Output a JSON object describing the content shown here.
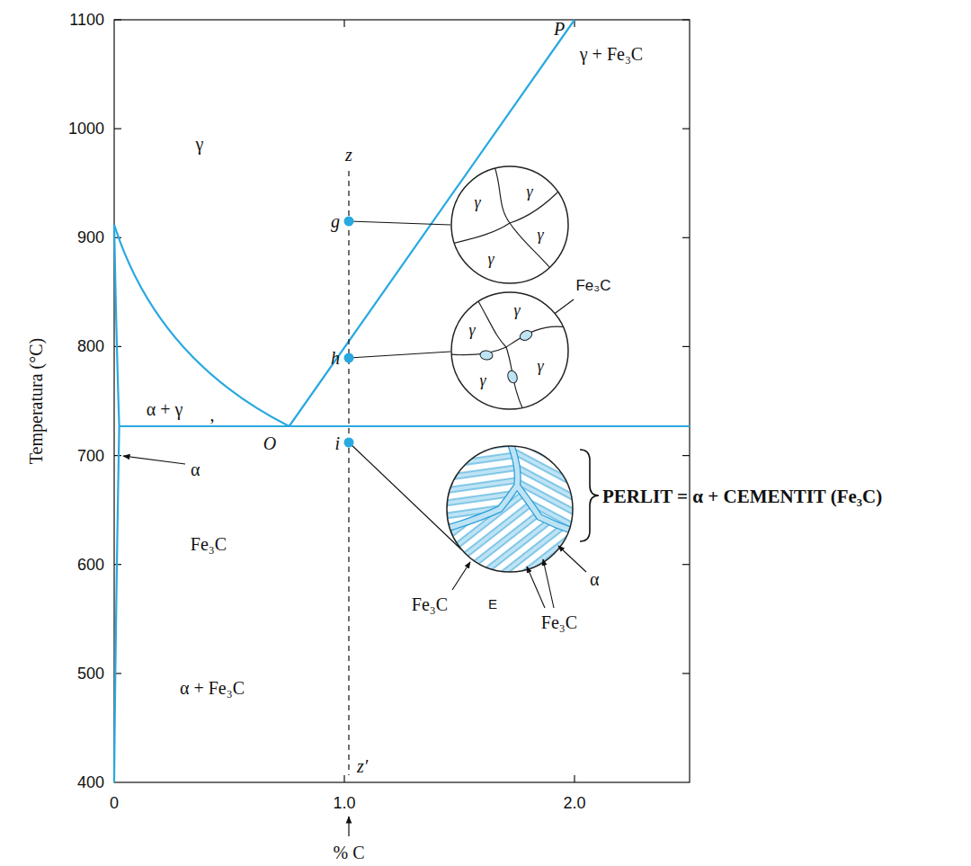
{
  "diagram": {
    "nodes": [
      {
        "text": [
          "γ",
          "γ",
          "γ",
          "γ"
        ]
      },
      {
        "text": [
          "γ",
          "γ",
          "γ",
          "γ"
        ]
      }
    ],
    "labels": [
      "1100",
      "1000",
      "900",
      "800",
      "700",
      "600",
      "500",
      "400",
      "0",
      "1.0",
      "2.0",
      "Temperatura (°C)",
      "% C",
      "P",
      "γ + Fe₃C",
      "γ",
      "z",
      "g",
      "h",
      "α + γ",
      ",",
      "O",
      "i",
      "α",
      "Fe₃C",
      "α + Fe₃C",
      "z′",
      "Fe₃C",
      "PERLIT = α + CEMENTIT (Fe₃C)",
      "α",
      "Fe₃C",
      "E",
      "Fe₃C"
    ]
  }
}
